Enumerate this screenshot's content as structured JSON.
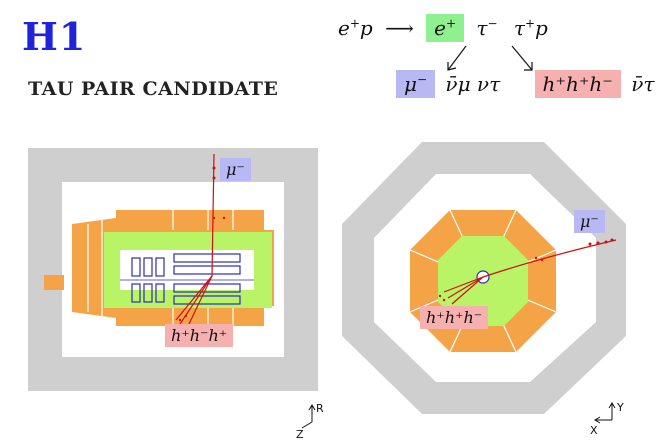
{
  "header": {
    "logo": "H1",
    "title": "TAU PAIR CANDIDATE"
  },
  "reaction": {
    "initial": "e",
    "initial_charge": "+",
    "beam": "p",
    "arrow": "⟶",
    "positron": "e",
    "positron_charge": "+",
    "tau_minus": "τ",
    "tau_minus_charge": "−",
    "tau_plus": "τ",
    "tau_plus_charge": "+",
    "final_p": "p"
  },
  "decays": {
    "muon_label": "μ",
    "muon_charge": "−",
    "neutrinos_minus": "ν̄μ ντ",
    "hadrons_label": "h⁺h⁺h⁻",
    "neutrino_plus": "ν̄τ"
  },
  "left_view": {
    "muon_tag": "μ⁻",
    "hadron_tag": "h⁺h⁻h⁺",
    "axis_vertical": "R",
    "axis_horizontal": "Z"
  },
  "right_view": {
    "muon_tag": "μ⁻",
    "hadron_tag": "h⁺h⁺h⁻",
    "axis_vertical": "Y",
    "axis_horizontal": "X"
  },
  "colors": {
    "logo": "#1f24d8",
    "muon_box": "#b8b8f4",
    "hadron_box": "#f7b0b0",
    "positron_box": "#8ff08f",
    "iron": "#cfcfcf",
    "calorimeter": "#f5a347",
    "em_calorimeter": "#b8f466",
    "tracker": "#2b2bb8",
    "track": "#cc1111"
  }
}
